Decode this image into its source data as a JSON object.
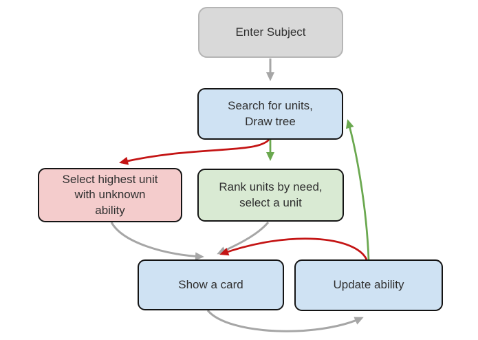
{
  "diagram": {
    "colors": {
      "arrow_gray": "#a6a6a6",
      "arrow_red": "#c41414",
      "arrow_green": "#6aa84f",
      "node_gray_fill": "#d9d9d9",
      "node_gray_border": "#b5b5b5",
      "node_blue_fill": "#cfe2f3",
      "node_pink_fill": "#f4cccc",
      "node_green_fill": "#d9ead3",
      "node_border_dark": "#141414",
      "text": "#303030"
    },
    "nodes": [
      {
        "id": "enter-subject",
        "label": "Enter Subject",
        "style": "gray-start"
      },
      {
        "id": "search-units",
        "label": "Search for units,\nDraw tree",
        "style": "blue"
      },
      {
        "id": "select-highest",
        "label": "Select highest unit\nwith unknown\nability",
        "style": "pink"
      },
      {
        "id": "rank-units",
        "label": "Rank units by need,\nselect a unit",
        "style": "green"
      },
      {
        "id": "show-card",
        "label": "Show a card",
        "style": "blue"
      },
      {
        "id": "update-ability",
        "label": "Update ability",
        "style": "blue"
      }
    ],
    "edges": [
      {
        "from": "enter-subject",
        "to": "search-units",
        "color": "gray"
      },
      {
        "from": "search-units",
        "to": "select-highest",
        "color": "red"
      },
      {
        "from": "search-units",
        "to": "rank-units",
        "color": "green"
      },
      {
        "from": "select-highest",
        "to": "show-card",
        "color": "gray"
      },
      {
        "from": "rank-units",
        "to": "show-card",
        "color": "gray"
      },
      {
        "from": "update-ability",
        "to": "show-card",
        "color": "red"
      },
      {
        "from": "show-card",
        "to": "update-ability",
        "color": "gray"
      },
      {
        "from": "update-ability",
        "to": "search-units",
        "color": "green"
      }
    ]
  }
}
